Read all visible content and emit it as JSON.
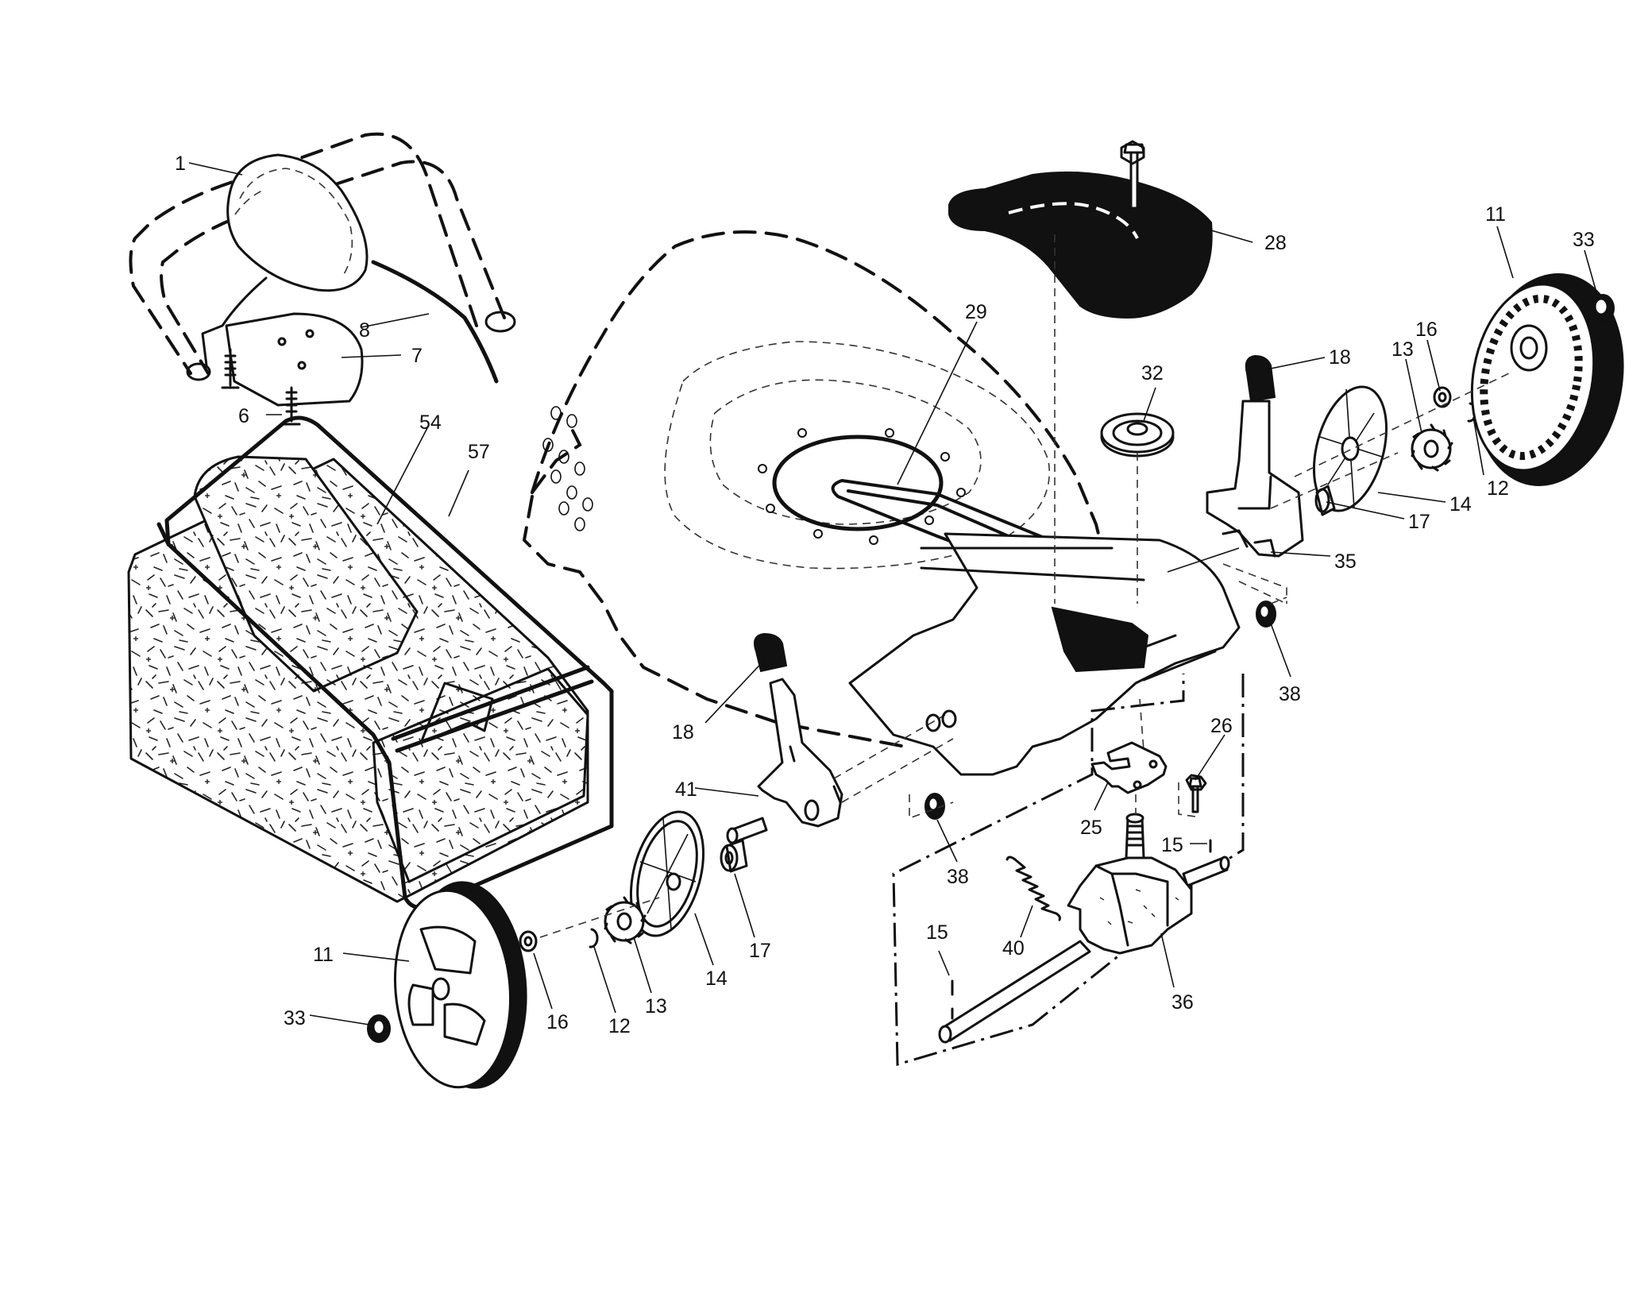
{
  "diagram": {
    "callouts": [
      {
        "id": "c1",
        "text": "1"
      },
      {
        "id": "c8",
        "text": "8"
      },
      {
        "id": "c7",
        "text": "7"
      },
      {
        "id": "c6",
        "text": "6"
      },
      {
        "id": "c54",
        "text": "54"
      },
      {
        "id": "c57",
        "text": "57"
      },
      {
        "id": "c29",
        "text": "29"
      },
      {
        "id": "c28",
        "text": "28"
      },
      {
        "id": "c32",
        "text": "32"
      },
      {
        "id": "c18a",
        "text": "18"
      },
      {
        "id": "c11a",
        "text": "11"
      },
      {
        "id": "c33a",
        "text": "33"
      },
      {
        "id": "c16a",
        "text": "16"
      },
      {
        "id": "c13a",
        "text": "13"
      },
      {
        "id": "c12a",
        "text": "12"
      },
      {
        "id": "c14a",
        "text": "14"
      },
      {
        "id": "c17a",
        "text": "17"
      },
      {
        "id": "c35",
        "text": "35"
      },
      {
        "id": "c38a",
        "text": "38"
      },
      {
        "id": "c18b",
        "text": "18"
      },
      {
        "id": "c41",
        "text": "41"
      },
      {
        "id": "c26",
        "text": "26"
      },
      {
        "id": "c25",
        "text": "25"
      },
      {
        "id": "c15a",
        "text": "15"
      },
      {
        "id": "c38b",
        "text": "38"
      },
      {
        "id": "c17b",
        "text": "17"
      },
      {
        "id": "c40",
        "text": "40"
      },
      {
        "id": "c11b",
        "text": "11"
      },
      {
        "id": "c15b",
        "text": "15"
      },
      {
        "id": "c36",
        "text": "36"
      },
      {
        "id": "c33b",
        "text": "33"
      },
      {
        "id": "c16b",
        "text": "16"
      },
      {
        "id": "c12b",
        "text": "12"
      },
      {
        "id": "c13b",
        "text": "13"
      },
      {
        "id": "c14b",
        "text": "14"
      }
    ]
  }
}
